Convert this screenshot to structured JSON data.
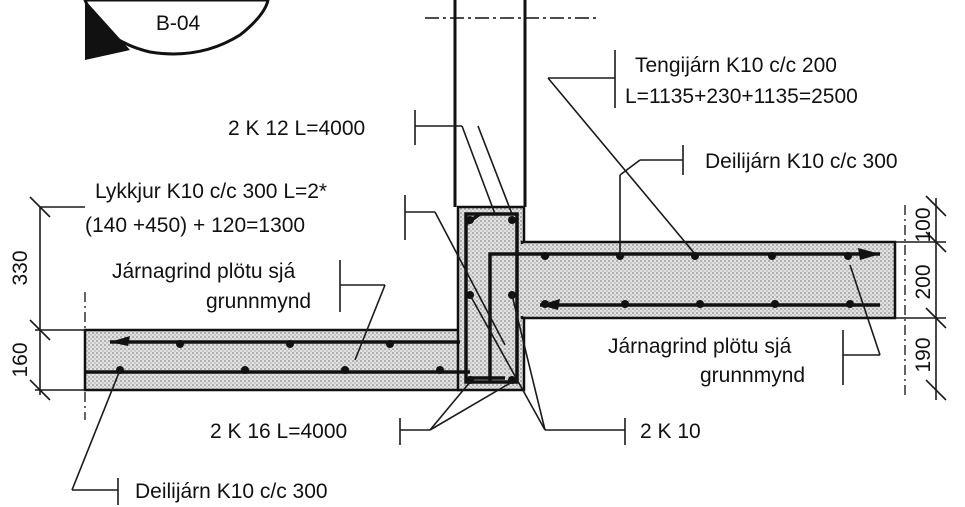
{
  "detail_tag": "B-04",
  "labels": {
    "tengijarn_1": "Tengijárn K10 c/c 200",
    "tengijarn_2": "L=1135+230+1135=2500",
    "k12": "2 K 12 L=4000",
    "deilijarn_top": "Deilijárn K10 c/c 300",
    "lykkjur_1": "Lykkjur K10 c/c 300 L=2*",
    "lykkjur_2": "(140 +450) + 120=1300",
    "jarnagrind_left_1": "Járnagrind plötu sjá",
    "jarnagrind_left_2": "grunnmynd",
    "jarnagrind_right_1": "Járnagrind plötu sjá",
    "jarnagrind_right_2": "grunnmynd",
    "k16": "2 K 16 L=4000",
    "k10": "2 K 10",
    "deilijarn_bottom": "Deilijárn K10 c/c 300"
  },
  "dimensions": {
    "left_upper": "330",
    "left_lower": "160",
    "right_top": "100",
    "right_mid": "200",
    "right_bottom": "190"
  },
  "colors": {
    "ink": "#111111",
    "concrete_fill": "#d9d9d9"
  }
}
